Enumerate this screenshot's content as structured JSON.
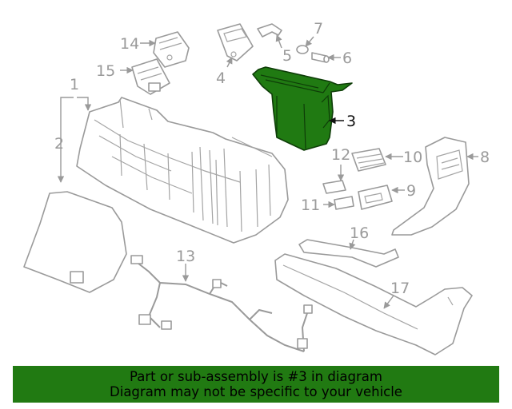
{
  "callouts": [
    "1",
    "2",
    "3",
    "4",
    "5",
    "6",
    "7",
    "8",
    "9",
    "10",
    "11",
    "12",
    "13",
    "14",
    "15",
    "16",
    "17"
  ],
  "highlight": {
    "callout": "3",
    "color": "#217a12"
  },
  "banner": {
    "line1": "Part or sub-assembly is #3 in diagram",
    "line2": "Diagram may not be specific to your vehicle",
    "background": "#217a12"
  }
}
